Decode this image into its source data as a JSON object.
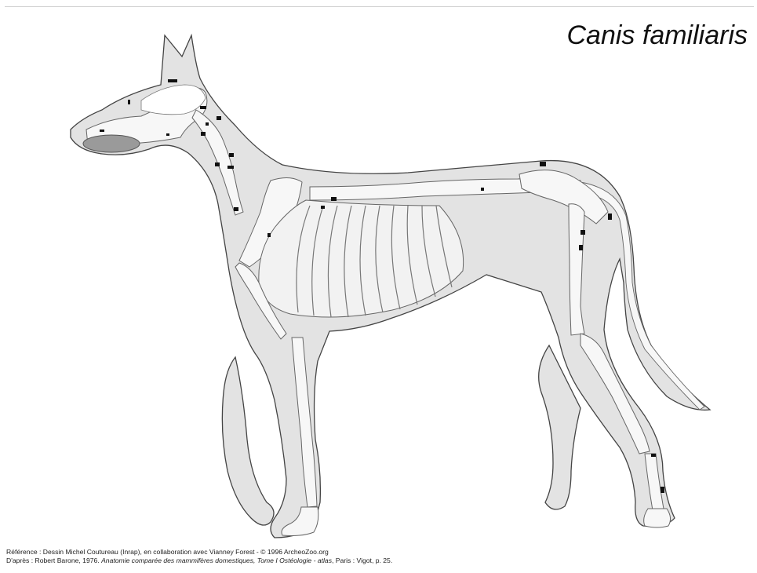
{
  "title": "Canis familiaris",
  "credits": {
    "reference": "Référence : Dessin Michel Coutureau (Inrap), en collaboration avec Vianney Forest - © 1996 ArcheoZoo.org",
    "source_prefix": "D'après : Robert Barone, 1976. ",
    "source_book": "Anatomie comparée des mammifères domestiques, Tome I Ostéologie - atlas",
    "source_suffix": ", Paris : Vigot, p. 25."
  },
  "colors": {
    "silhouette_fill": "#e3e3e3",
    "outline": "#444444",
    "bone_fill": "#f7f7f7",
    "teeth_fill": "#9a9a9a",
    "mark": "#111111"
  }
}
